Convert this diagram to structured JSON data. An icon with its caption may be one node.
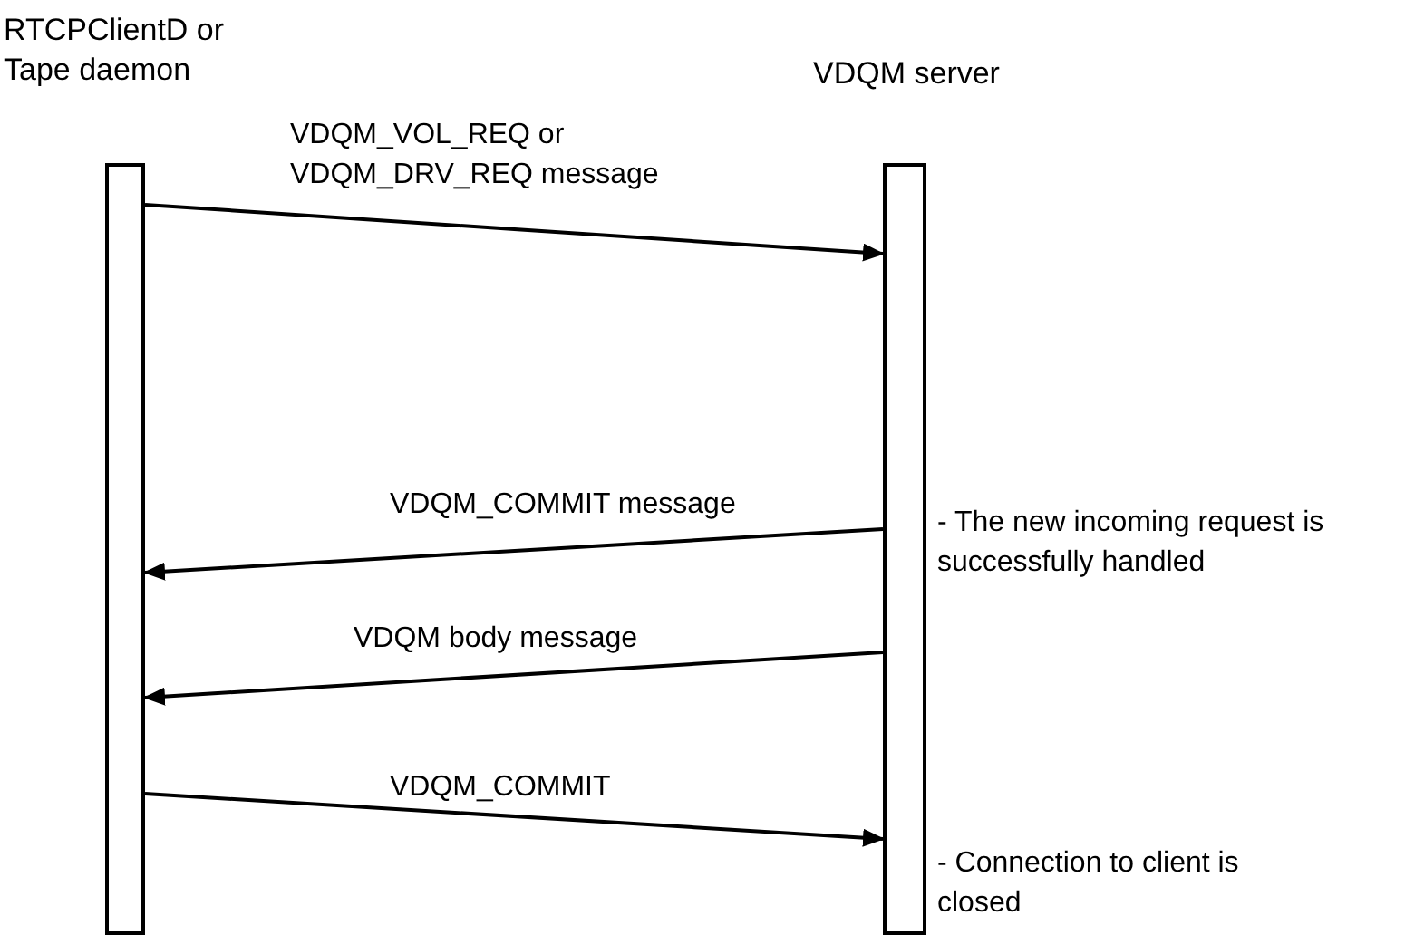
{
  "diagram": {
    "nodes": [
      {
        "text": [
          "RTCPClientD or Tape daemon"
        ]
      },
      {
        "text": [
          "VDQM server"
        ],
        "beside": [
          "- The new incoming request is successfully handled",
          "- Connection to client is closed"
        ]
      }
    ],
    "edges": [
      {
        "from": 0,
        "to": 1,
        "arrow": "to",
        "label": "VDQM_VOL_REQ or VDQM_DRV_REQ message"
      },
      {
        "from": 1,
        "to": 0,
        "arrow": "to",
        "label": "VDQM_COMMIT message"
      },
      {
        "from": 1,
        "to": 0,
        "arrow": "to",
        "label": "VDQM body message"
      },
      {
        "from": 0,
        "to": 1,
        "arrow": "to",
        "label": "VDQM_COMMIT"
      }
    ]
  }
}
